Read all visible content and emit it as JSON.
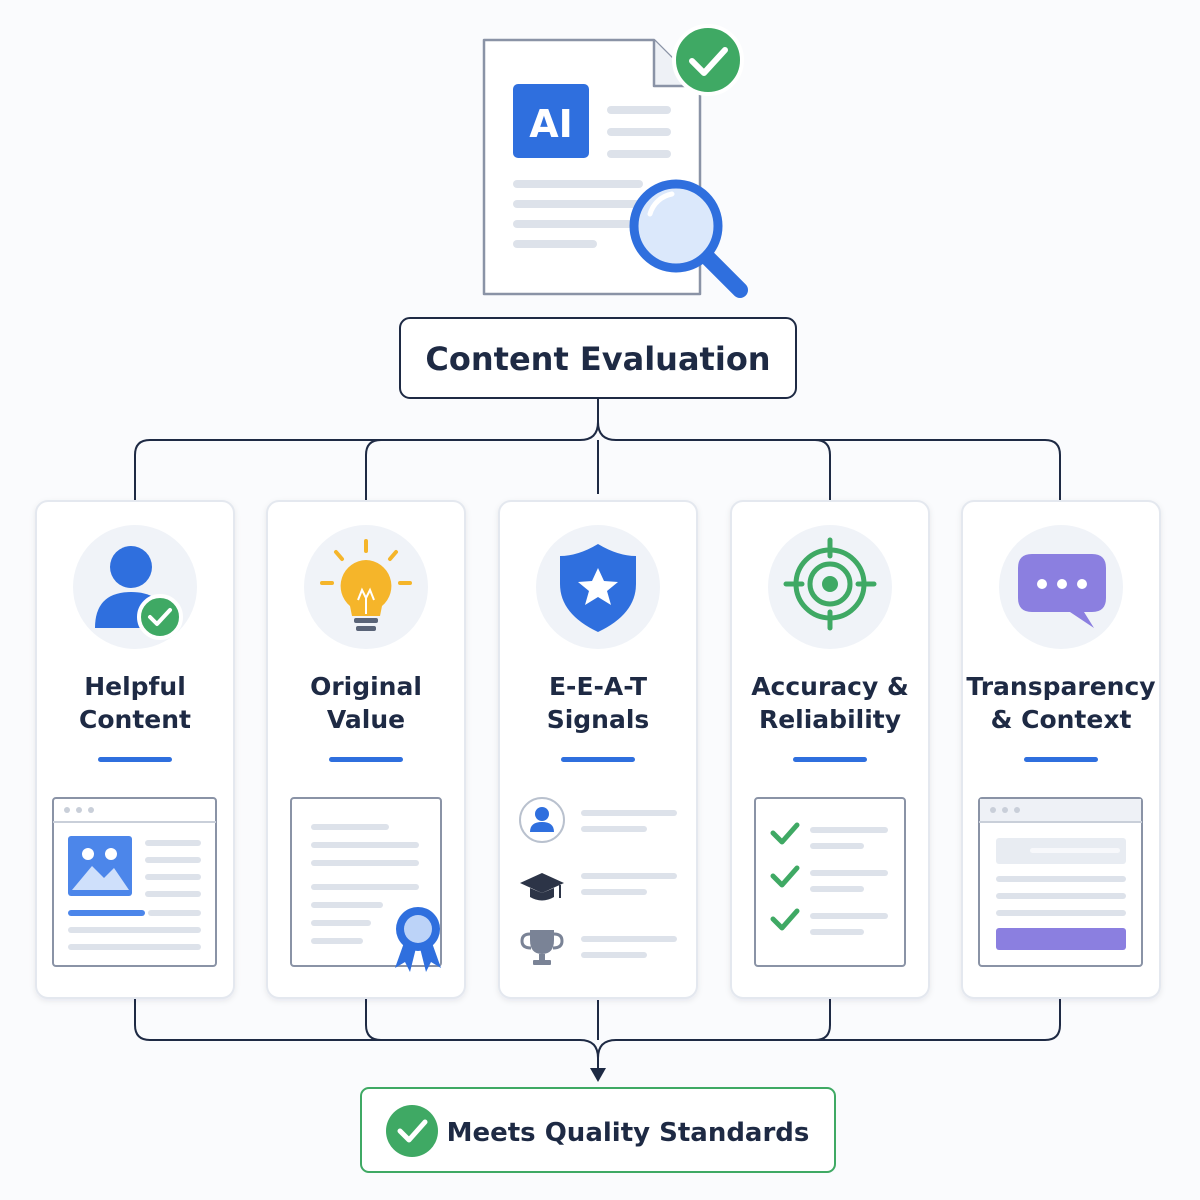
{
  "doc_badge": "AI",
  "eval_title": "Content Evaluation",
  "result_label": "Meets Quality Standards",
  "colors": {
    "primary_blue": "#2f6fde",
    "dark_navy": "#1e2a44",
    "green": "#3fa964",
    "gold": "#f5b52a",
    "purple": "#8b7fe0",
    "card_border": "#e4e8ef",
    "line_gray": "#dde2ea"
  },
  "criteria": [
    {
      "line1": "Helpful",
      "line2": "Content",
      "icon": "user-check-icon"
    },
    {
      "line1": "Original",
      "line2": "Value",
      "icon": "lightbulb-icon"
    },
    {
      "line1": "E-E-A-T",
      "line2": "Signals",
      "icon": "shield-star-icon"
    },
    {
      "line1": "Accuracy &",
      "line2": "Reliability",
      "icon": "target-icon"
    },
    {
      "line1": "Transparency",
      "line2": "& Context",
      "icon": "chat-bubble-icon"
    }
  ]
}
